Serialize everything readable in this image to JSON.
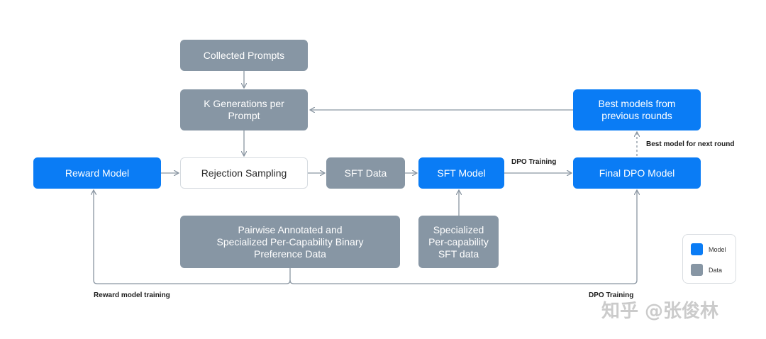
{
  "nodes": {
    "collected_prompts": "Collected Prompts",
    "k_generations": "K Generations per\nPrompt",
    "best_models": "Best models from\nprevious rounds",
    "reward_model": "Reward Model",
    "rejection_sampling": "Rejection Sampling",
    "sft_data": "SFT Data",
    "sft_model": "SFT Model",
    "final_dpo_model": "Final DPO Model",
    "pairwise_data": "Pairwise Annotated and\nSpecialized Per-Capability Binary\nPreference Data",
    "specialized_sft": "Specialized\nPer-capability\nSFT data"
  },
  "edge_labels": {
    "dpo_training_top": "DPO Training",
    "best_model_next_round": "Best model for next round",
    "reward_model_training": "Reward model training",
    "dpo_training_bottom": "DPO Training"
  },
  "legend": {
    "model": "Model",
    "data": "Data"
  },
  "colors": {
    "model": "#0a7cf5",
    "data": "#8796a4",
    "arrow": "#8a96a2"
  },
  "watermark": "知乎 @张俊林"
}
